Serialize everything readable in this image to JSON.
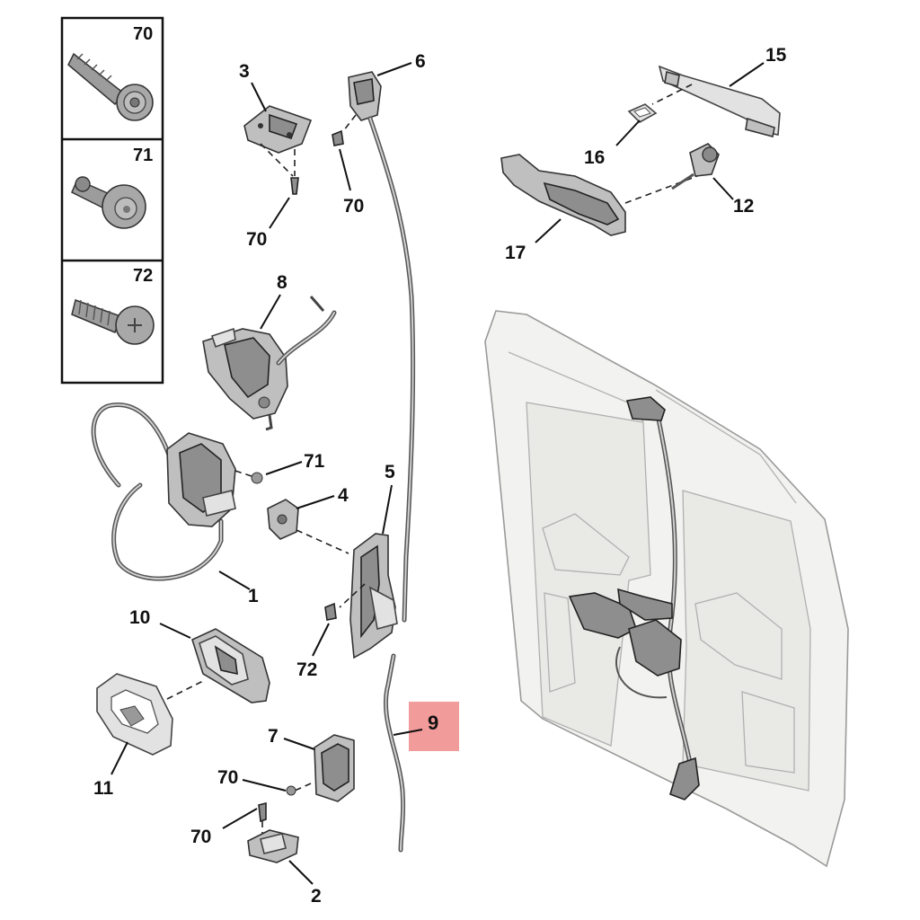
{
  "fastener_box": [
    {
      "label": "70",
      "icon": "flange-screw-icon"
    },
    {
      "label": "71",
      "icon": "shoulder-bolt-icon"
    },
    {
      "label": "72",
      "icon": "tapping-screw-icon"
    }
  ],
  "callouts": {
    "c1": "1",
    "c2": "2",
    "c3": "3",
    "c4": "4",
    "c5": "5",
    "c6": "6",
    "c7": "7",
    "c8": "8",
    "c10": "10",
    "c11": "11",
    "c12": "12",
    "c15": "15",
    "c16": "16",
    "c17": "17",
    "c70a": "70",
    "c70b": "70",
    "c70c": "70",
    "c70d": "70",
    "c71": "71",
    "c72": "72"
  },
  "highlight": {
    "label": "9",
    "color": "#f08a8a"
  },
  "colors": {
    "ink": "#111111",
    "part": "#bfbfbf",
    "door": "#f2f2f0"
  }
}
